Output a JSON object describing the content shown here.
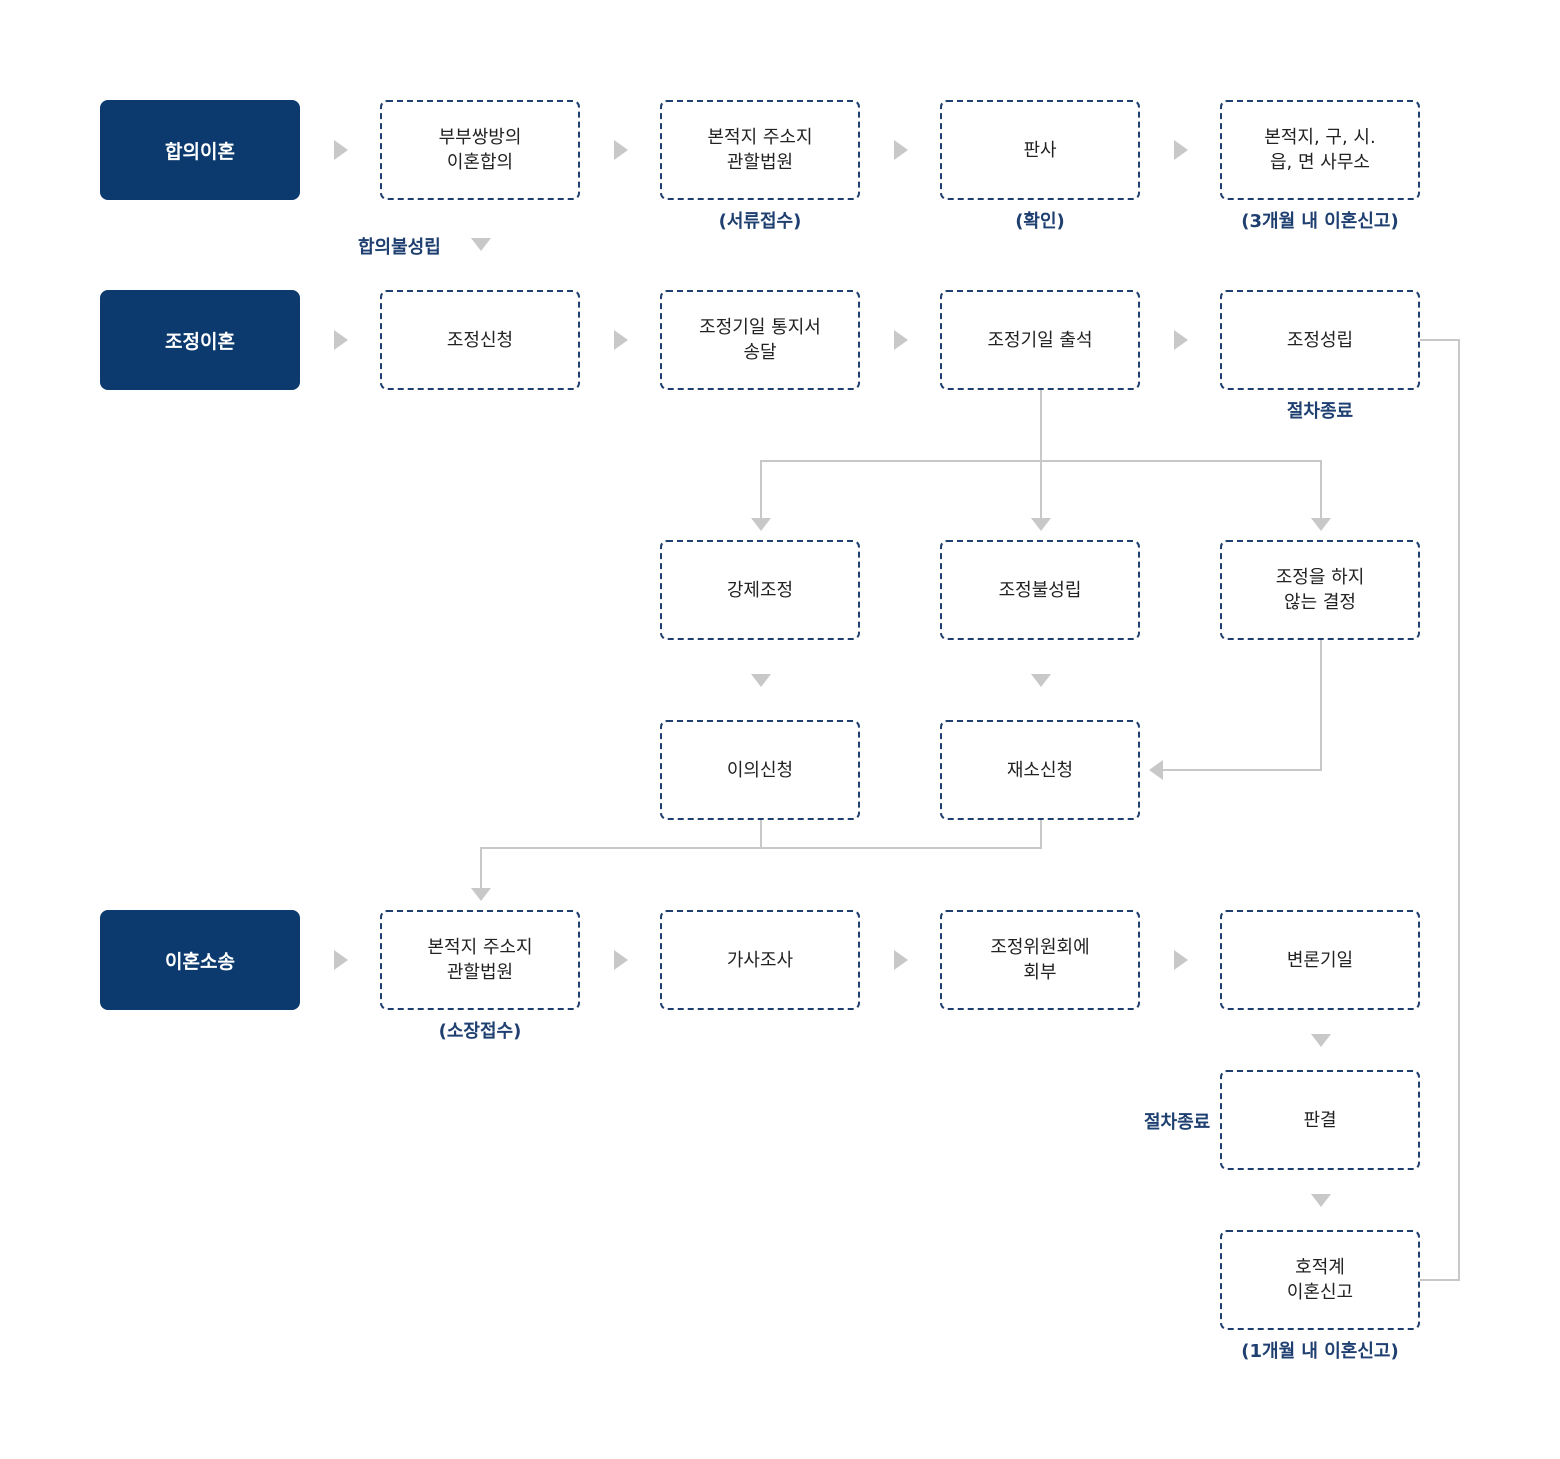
{
  "rows": {
    "agreement": {
      "head": "합의이혼",
      "steps": [
        "부부쌍방의\n이혼합의",
        "본적지 주소지\n관할법원",
        "판사",
        "본적지, 구, 시.\n읍, 면 사무소"
      ],
      "notes": [
        "(서류접수)",
        "(확인)",
        "(3개월 내 이혼신고)"
      ],
      "fail_label": "합의불성립"
    },
    "mediation": {
      "head": "조정이혼",
      "steps": [
        "조정신청",
        "조정기일 통지서\n송달",
        "조정기일 출석",
        "조정성립"
      ],
      "end_note": "절차종료",
      "branches": [
        "강제조정",
        "조정불성립",
        "조정을 하지\n않는 결정"
      ],
      "followups": [
        "이의신청",
        "재소신청"
      ]
    },
    "lawsuit": {
      "head": "이혼소송",
      "steps": [
        "본적지 주소지\n관할법원",
        "가사조사",
        "조정위원회에\n회부",
        "변론기일"
      ],
      "first_note": "(소장접수)",
      "judgment": "판결",
      "end_note": "절차종료",
      "report": "호적계\n이혼신고",
      "report_note": "(1개월 내 이혼신고)"
    }
  },
  "colors": {
    "navy": "#0d3a6e",
    "border": "#1e3f70",
    "arrow": "#c8c8c8"
  }
}
